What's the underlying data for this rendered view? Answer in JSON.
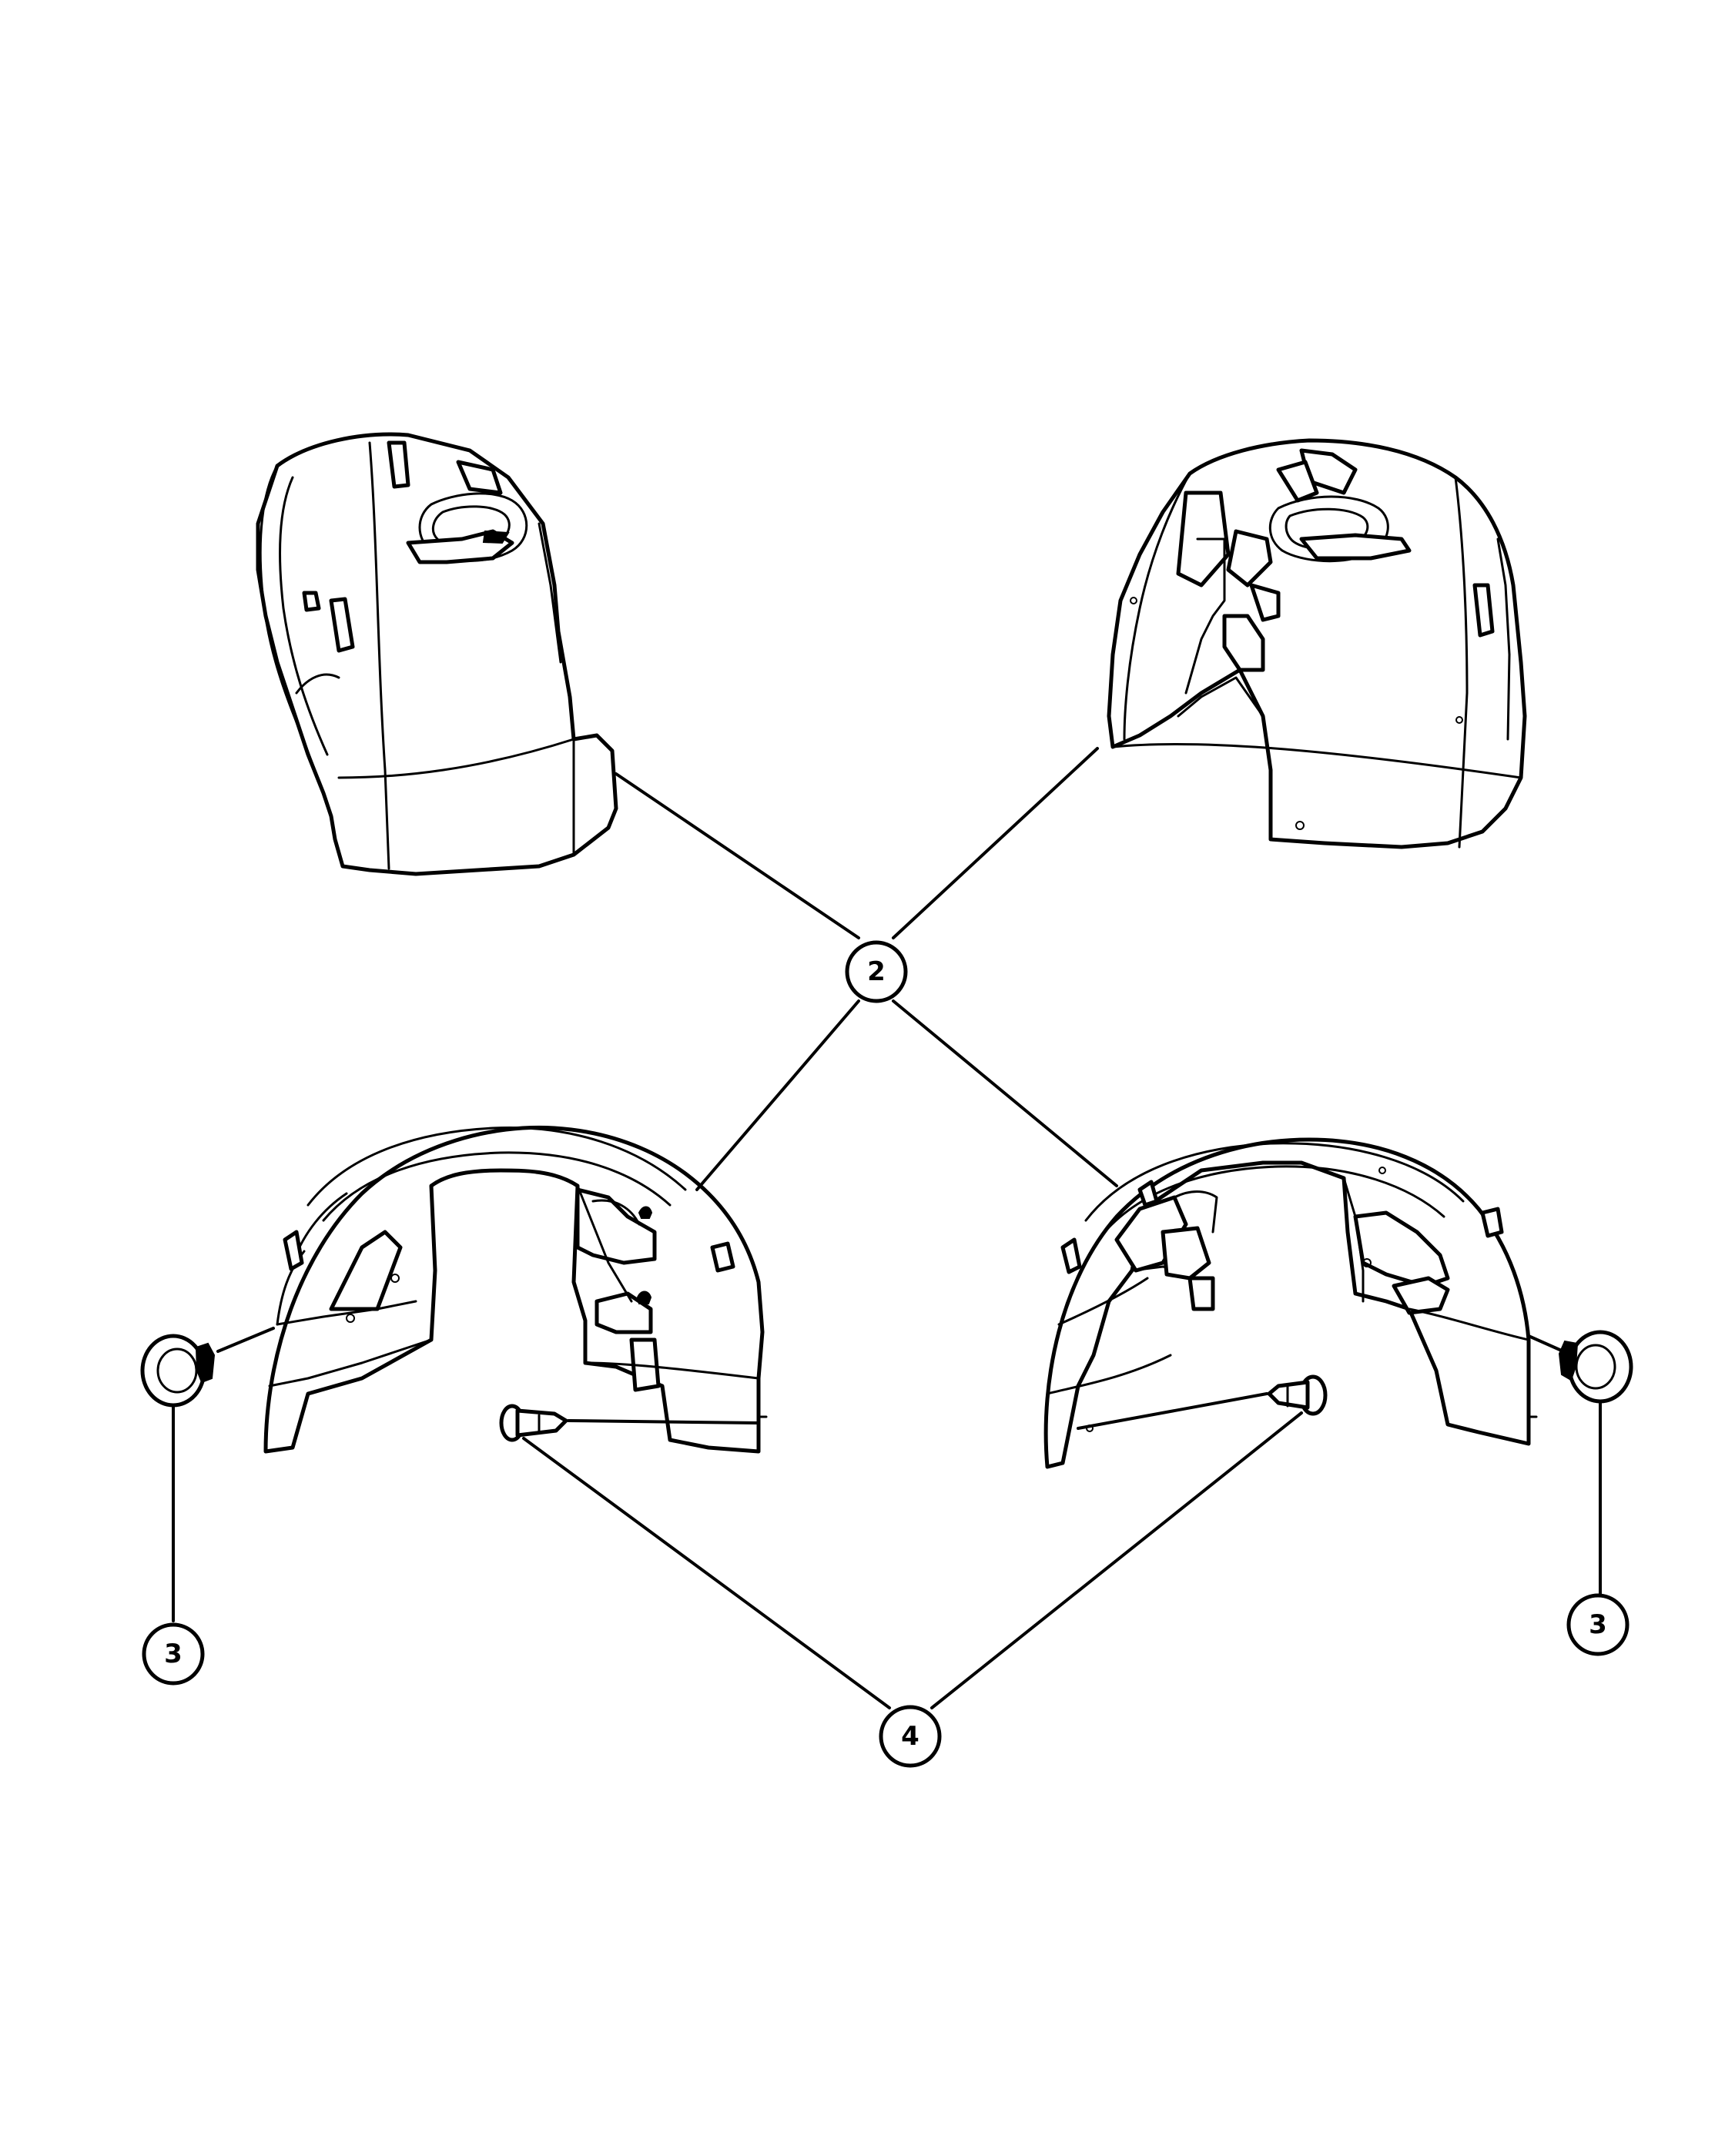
{
  "callouts": [
    {
      "id": "callout-2",
      "label": "2"
    },
    {
      "id": "callout-3-left",
      "label": "3"
    },
    {
      "id": "callout-3-right",
      "label": "3"
    },
    {
      "id": "callout-4",
      "label": "4"
    }
  ]
}
